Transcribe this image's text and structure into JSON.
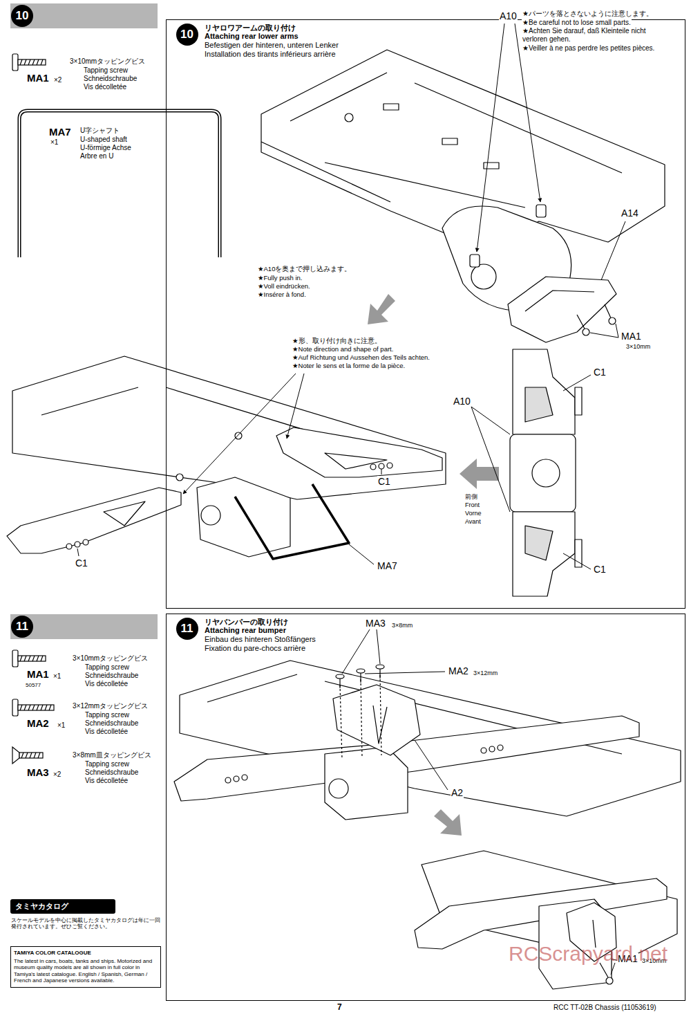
{
  "diagram": {
    "nodes": [
      {
        "text": [
          "リヤロワアームの取り付け",
          "Attaching rear lower arms",
          "Befestigen der hinteren, unteren Lenker",
          "Installation des tirants inférieurs arrière"
        ]
      },
      {
        "text": [
          "10"
        ],
        "in": 0
      },
      {
        "text": [
          "10"
        ]
      },
      {
        "text": [
          "リヤバンパーの取り付け",
          "Attaching rear bumper",
          "Einbau des hinteren Stoßfängers",
          "Fixation du pare-chocs arrière"
        ]
      },
      {
        "text": [
          "11"
        ],
        "in": 3
      },
      {
        "text": [
          "11"
        ]
      },
      {
        "text": [
          "タミヤカタログ"
        ]
      },
      {
        "text": [
          "TAMIYA COLOR CATALOGUE",
          "The latest in cars, boats, tanks and ships. Motorized and museum quality models are all shown in full color in Tamiya's latest catalogue. English / Spanish, German / French and Japanese versions available."
        ]
      }
    ],
    "labels": [
      "3×10mmタッピングビス",
      "Tapping screw",
      "Schneidschraube",
      "Vis décolletée",
      "MA1",
      "×2",
      "MA7",
      "×1",
      "U字シャフト",
      "U-shaped shaft",
      "U-förmige Achse",
      "Arbre en U",
      "A10",
      "★パーツを落とさないように注意します。",
      "★Be careful not to lose small parts.",
      "★Achten Sie darauf, daß Kleinteile nicht verloren gehen.",
      "★Veiller à ne pas perdre les petites pièces.",
      "A14",
      "★A10を奥まで押し込みます。",
      "★Fully push in.",
      "★Voll eindrücken.",
      "★Insérer à fond.",
      "MA1",
      "3×10mm",
      "★形、取り付け向きに注意。",
      "★Note direction and shape of part.",
      "★Auf Richtung und Aussehen des Teils achten.",
      "★Noter le sens et la forme de la pièce.",
      "C1",
      "A10",
      "C1",
      "前側",
      "Front",
      "Vorne",
      "Avant",
      "C1",
      "C1",
      "MA7",
      "3×10mmタッピングビス",
      "Tapping screw",
      "Schneidschraube",
      "Vis décolletée",
      "MA1",
      "×1",
      "50577",
      "3×12mmタッピングビス",
      "Tapping screw",
      "Schneidschraube",
      "Vis décolletée",
      "MA2",
      "×1",
      "3×8mm皿タッピングビス",
      "Tapping screw",
      "Schneidschraube",
      "Vis décolletée",
      "MA3",
      "×2",
      "MA3",
      "3×8mm",
      "MA2",
      "3×12mm",
      "A2",
      "MA1",
      "3×10mm",
      "スケールモデルを中心に掲載したタミヤカタログは年に一回発行されています。ぜひご覧ください。",
      "7",
      "RCC TT-02B Chassis (11053619)",
      "RCScrapyard.net"
    ]
  }
}
